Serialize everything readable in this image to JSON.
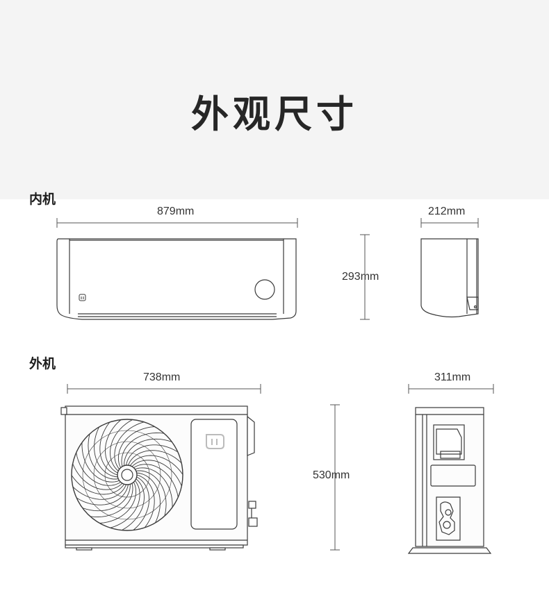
{
  "title": "外观尺寸",
  "indoor": {
    "label": "内机",
    "width": "879mm",
    "height": "293mm",
    "depth": "212mm"
  },
  "outdoor": {
    "label": "外机",
    "width": "738mm",
    "height": "530mm",
    "depth": "311mm"
  },
  "colors": {
    "header_bg": "#f4f4f4",
    "line": "#3a3a3a",
    "dim_line": "#555555"
  }
}
